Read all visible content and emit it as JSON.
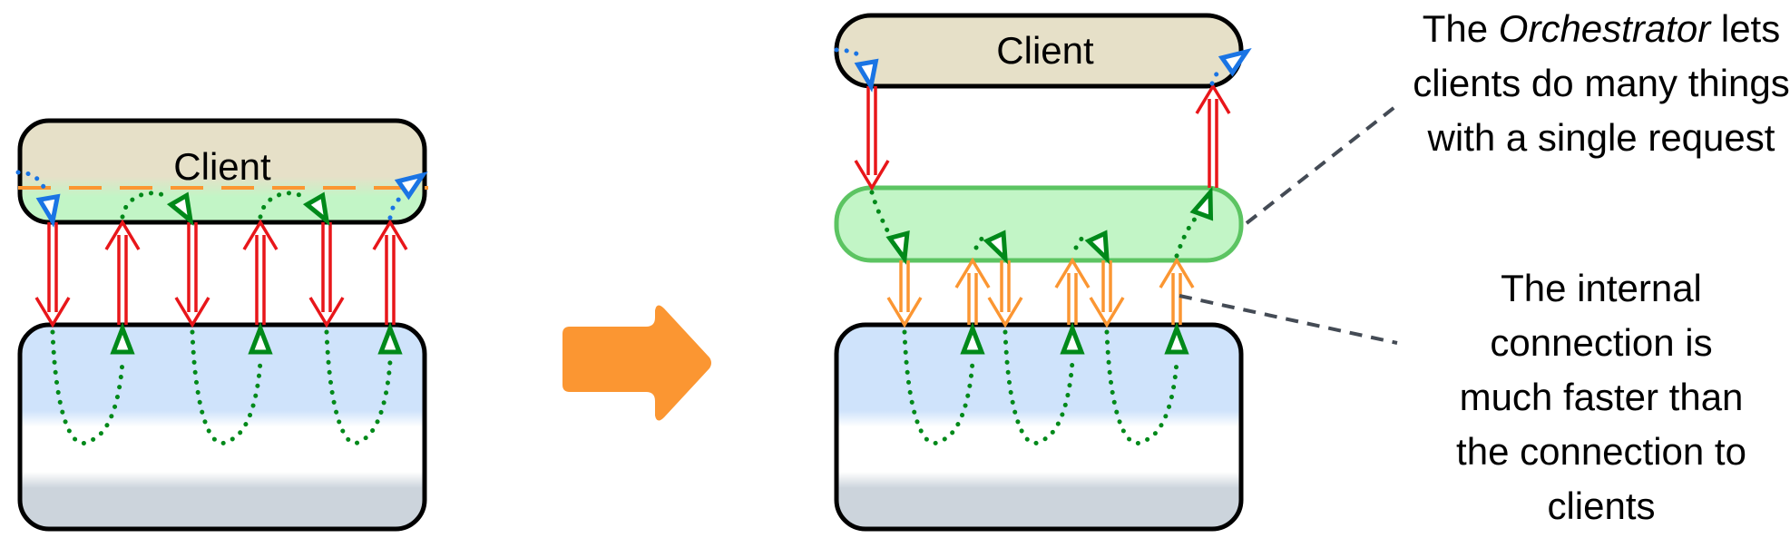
{
  "colors": {
    "client_fill": "#e6e0c8",
    "orchestrator_fill": "#c2f5c6",
    "orchestrator_stroke": "#5cc462",
    "server_top": "#cfe3fb",
    "server_mid": "#ffffff",
    "server_bottom": "#ccd4dc",
    "external_arrow": "#e8161a",
    "internal_arrow": "#fb9632",
    "flow_green": "#00891a",
    "flow_blue": "#1a74e4",
    "dashed_divider": "#fb9632",
    "leader_line": "#444b55",
    "transition_arrow": "#fb9632"
  },
  "before": {
    "client_label": "Client",
    "request_count": 3,
    "round_trips": 3
  },
  "after": {
    "client_label": "Client",
    "request_count": 1,
    "internal_round_trips": 3
  },
  "transition": {
    "icon": "right-arrow-icon"
  },
  "annotations": [
    {
      "parts": [
        "The ",
        "Orchestrator",
        " lets clients do many things with a single request"
      ],
      "lines": [
        "The Orchestrator",
        "lets clients do",
        "many things with",
        "a single request"
      ]
    },
    {
      "lines": [
        "The internal",
        "connection is",
        "much faster than",
        "the connection to",
        "clients"
      ]
    }
  ]
}
